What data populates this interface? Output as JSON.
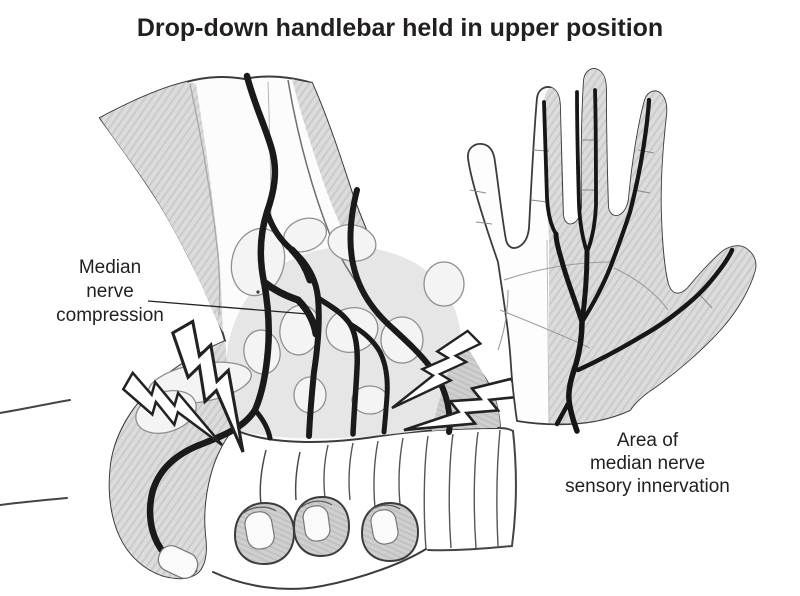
{
  "title": "Drop-down handlebar held in upper position",
  "labels": {
    "median_compression": {
      "lines": [
        "Median",
        "nerve",
        "compression"
      ]
    },
    "sensory_area": {
      "lines": [
        "Area of",
        "median nerve",
        "sensory innervation"
      ]
    }
  },
  "icons": {
    "pain_flash": "lightning-bolt"
  },
  "colors": {
    "background": "#ffffff",
    "text": "#231f20",
    "nerve_ink": "#1a1a1a",
    "outline": "#3c3c3c",
    "pencil_shading": "#d6d6d6",
    "bone_fill": "#f4f4f4",
    "bolt_fill": "#ffffff"
  }
}
